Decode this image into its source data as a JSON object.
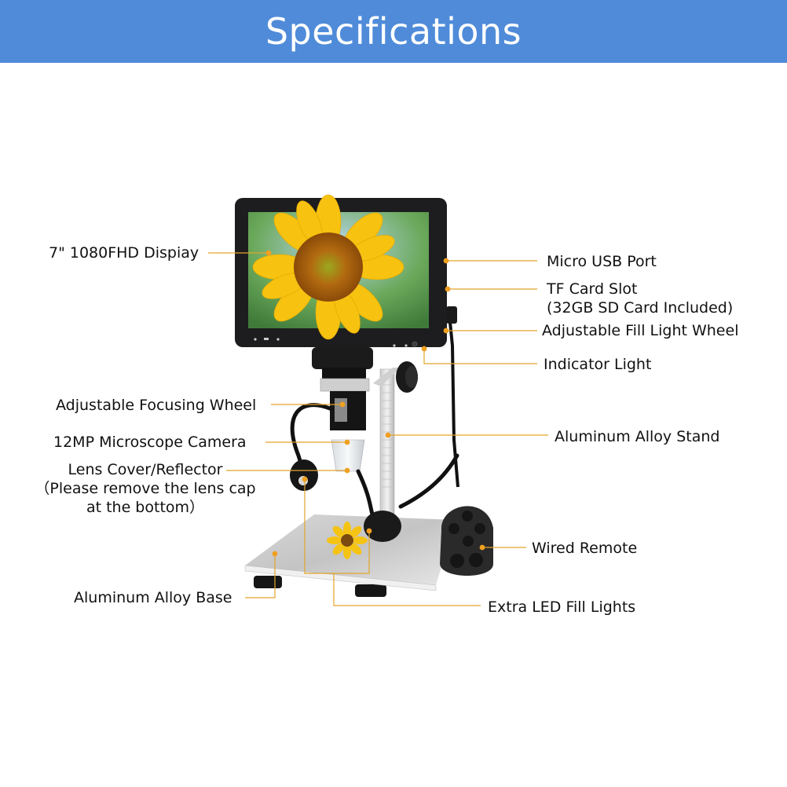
{
  "header": {
    "title": "Specifications"
  },
  "colors": {
    "header_bg": "#4f8bd9",
    "leader_line": "#e2a52a",
    "leader_dot": "#f0a020"
  },
  "callouts": {
    "display": "7\" 1080FHD Dispiay",
    "micro_usb": "Micro USB Port",
    "tf_card_line1": "TF Card Slot",
    "tf_card_line2": "(32GB SD Card Included)",
    "fill_light_wheel": "Adjustable Fill Light Wheel",
    "indicator_light": "Indicator Light",
    "focusing_wheel": "Adjustable Focusing Wheel",
    "camera": "12MP Microscope Camera",
    "stand": "Aluminum Alloy Stand",
    "lens_cover_line1": "Lens Cover/Reflector",
    "lens_cover_line2": "（Please remove the lens cap",
    "lens_cover_line3": "at the bottom）",
    "remote": "Wired Remote",
    "base": "Aluminum Alloy Base",
    "led_lights": "Extra LED Fill Lights"
  }
}
